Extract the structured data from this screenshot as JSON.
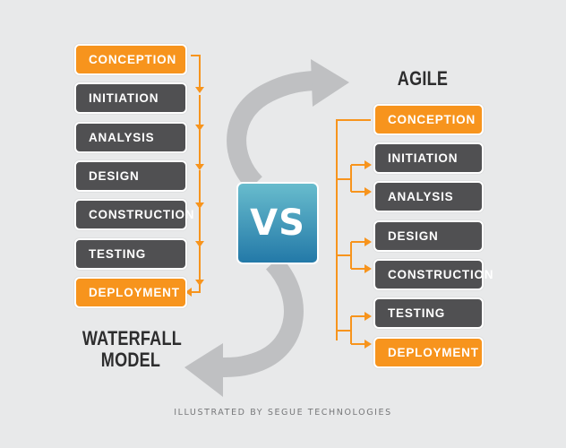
{
  "colors": {
    "background": "#e8e9ea",
    "orange": "#f7941d",
    "gray_box": "#505052",
    "title_text": "#2d2d2e",
    "arrow_gray": "#bfc0c2",
    "vs_gradient_top": "#68bccd",
    "vs_gradient_bottom": "#2379a8",
    "credit_text": "#77787a"
  },
  "waterfall": {
    "title_line1": "WATERFALL",
    "title_line2": "MODEL",
    "steps": [
      {
        "label": "CONCEPTION",
        "style": "orange"
      },
      {
        "label": "INITIATION",
        "style": "gray"
      },
      {
        "label": "ANALYSIS",
        "style": "gray"
      },
      {
        "label": "DESIGN",
        "style": "gray"
      },
      {
        "label": "CONSTRUCTION",
        "style": "gray"
      },
      {
        "label": "TESTING",
        "style": "gray"
      },
      {
        "label": "DEPLOYMENT",
        "style": "orange"
      }
    ]
  },
  "agile": {
    "title": "AGILE",
    "steps": [
      {
        "label": "CONCEPTION",
        "style": "orange"
      },
      {
        "label": "INITIATION",
        "style": "gray"
      },
      {
        "label": "ANALYSIS",
        "style": "gray"
      },
      {
        "label": "DESIGN",
        "style": "gray"
      },
      {
        "label": "CONSTRUCTION",
        "style": "gray"
      },
      {
        "label": "TESTING",
        "style": "gray"
      },
      {
        "label": "DEPLOYMENT",
        "style": "orange"
      }
    ]
  },
  "center": {
    "vs_label": "VS"
  },
  "footer": {
    "credit": "ILLUSTRATED BY SEGUE TECHNOLOGIES"
  }
}
